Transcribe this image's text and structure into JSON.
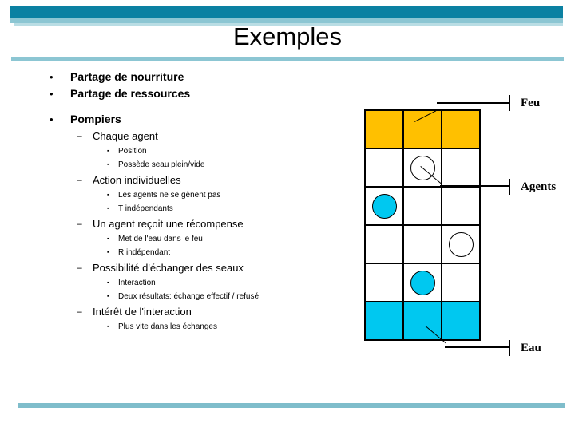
{
  "slide": {
    "title": "Exemples",
    "accent_dark": "#0b81a2",
    "accent_light": "#8cc6d3"
  },
  "outline": [
    {
      "level": 1,
      "text": "Partage de nourriture"
    },
    {
      "level": 1,
      "text": "Partage de ressources"
    },
    {
      "level": 1,
      "text": "Pompiers"
    },
    {
      "level": 2,
      "text": "Chaque agent"
    },
    {
      "level": 3,
      "text": "Position"
    },
    {
      "level": 3,
      "text": "Possède seau plein/vide"
    },
    {
      "level": 2,
      "text": "Action individuelles"
    },
    {
      "level": 3,
      "text": "Les agents ne se gênent pas"
    },
    {
      "level": 3,
      "text": "T indépendants"
    },
    {
      "level": 2,
      "text": "Un agent reçoit une récompense"
    },
    {
      "level": 3,
      "text": "Met de l'eau dans le feu"
    },
    {
      "level": 3,
      "text": "R indépendant"
    },
    {
      "level": 2,
      "text": "Possibilité d'échanger des seaux"
    },
    {
      "level": 3,
      "text": "Interaction"
    },
    {
      "level": 3,
      "text": "Deux résultats: échange effectif / refusé"
    },
    {
      "level": 2,
      "text": "Intérêt de l'interaction"
    },
    {
      "level": 3,
      "text": "Plus vite dans les échanges"
    }
  ],
  "diagram": {
    "columns": 3,
    "rows": 6,
    "colors": {
      "fire": "#ffc000",
      "water": "#00c8f0",
      "empty_cell": "#ffffff",
      "grid_line": "#000000"
    },
    "cells": [
      {
        "row": 1,
        "col": 1,
        "fill": "fire",
        "token": "none"
      },
      {
        "row": 1,
        "col": 2,
        "fill": "fire",
        "token": "none"
      },
      {
        "row": 1,
        "col": 3,
        "fill": "fire",
        "token": "none"
      },
      {
        "row": 2,
        "col": 1,
        "fill": "empty",
        "token": "none"
      },
      {
        "row": 2,
        "col": 2,
        "fill": "empty",
        "token": "empty-bucket"
      },
      {
        "row": 2,
        "col": 3,
        "fill": "empty",
        "token": "none"
      },
      {
        "row": 3,
        "col": 1,
        "fill": "empty",
        "token": "full-bucket"
      },
      {
        "row": 3,
        "col": 2,
        "fill": "empty",
        "token": "none"
      },
      {
        "row": 3,
        "col": 3,
        "fill": "empty",
        "token": "none"
      },
      {
        "row": 4,
        "col": 1,
        "fill": "empty",
        "token": "none"
      },
      {
        "row": 4,
        "col": 2,
        "fill": "empty",
        "token": "none"
      },
      {
        "row": 4,
        "col": 3,
        "fill": "empty",
        "token": "empty-bucket"
      },
      {
        "row": 5,
        "col": 1,
        "fill": "empty",
        "token": "none"
      },
      {
        "row": 5,
        "col": 2,
        "fill": "empty",
        "token": "full-bucket"
      },
      {
        "row": 5,
        "col": 3,
        "fill": "empty",
        "token": "none"
      },
      {
        "row": 6,
        "col": 1,
        "fill": "water",
        "token": "none"
      },
      {
        "row": 6,
        "col": 2,
        "fill": "water",
        "token": "none"
      },
      {
        "row": 6,
        "col": 3,
        "fill": "water",
        "token": "none"
      }
    ],
    "callouts": [
      {
        "id": "feu",
        "label": "Feu"
      },
      {
        "id": "agents",
        "label": "Agents"
      },
      {
        "id": "eau",
        "label": "Eau"
      }
    ]
  }
}
